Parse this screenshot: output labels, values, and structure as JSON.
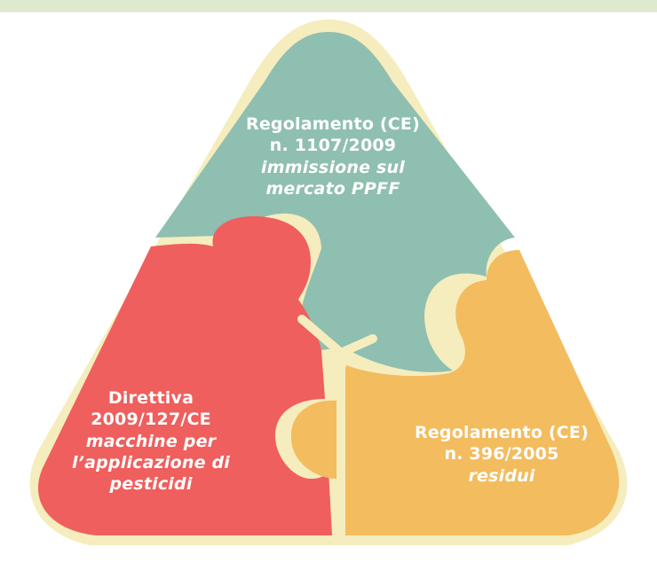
{
  "pieces": {
    "top": {
      "line1": "Regolamento (CE)",
      "line2": "n. 1107/2009",
      "line3": "immissione sul",
      "line4": "mercato PPFF",
      "color": "#8fbfb0"
    },
    "left": {
      "line1": "Direttiva",
      "line2": "2009/127/CE",
      "line3": "macchine per",
      "line4": "l’applicazione di",
      "line5": "pesticidi",
      "color": "#ef5f5d"
    },
    "right": {
      "line1": "Regolamento (CE)",
      "line2": "n. 396/2005",
      "line3": "residui",
      "color": "#f3bc5e"
    },
    "outline_color": "#f5edbd"
  }
}
